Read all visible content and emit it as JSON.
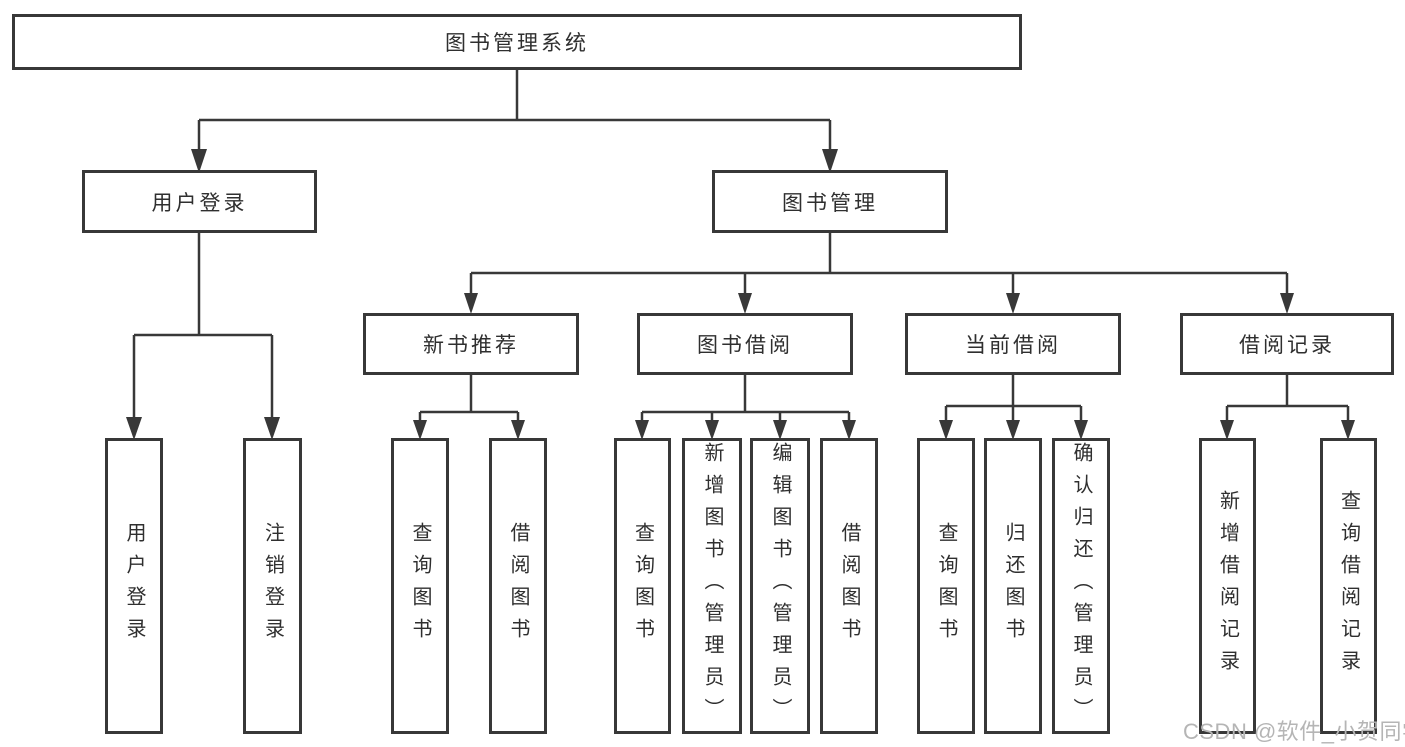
{
  "diagram_type": "hierarchy-tree",
  "tree": {
    "root": {
      "label": "图书管理系统"
    },
    "branches": [
      {
        "label": "用户登录",
        "children": [
          {
            "label": "用户登录"
          },
          {
            "label": "注销登录"
          }
        ]
      },
      {
        "label": "图书管理",
        "sections": [
          {
            "label": "新书推荐",
            "children": [
              {
                "label": "查询图书"
              },
              {
                "label": "借阅图书"
              }
            ]
          },
          {
            "label": "图书借阅",
            "children": [
              {
                "label": "查询图书"
              },
              {
                "label": "新增图书（管理员）"
              },
              {
                "label": "编辑图书（管理员）"
              },
              {
                "label": "借阅图书"
              }
            ]
          },
          {
            "label": "当前借阅",
            "children": [
              {
                "label": "查询图书"
              },
              {
                "label": "归还图书"
              },
              {
                "label": "确认归还（管理员）"
              }
            ]
          },
          {
            "label": "借阅记录",
            "children": [
              {
                "label": "新增借阅记录"
              },
              {
                "label": "查询借阅记录"
              }
            ]
          }
        ]
      }
    ]
  },
  "watermark": {
    "text": "CSDN @软件_小贺同学"
  },
  "colors": {
    "line": "#383838",
    "box_border": "#383838",
    "text": "#2f2f2f",
    "watermark": "#b5b5b5",
    "background": "#ffffff"
  }
}
